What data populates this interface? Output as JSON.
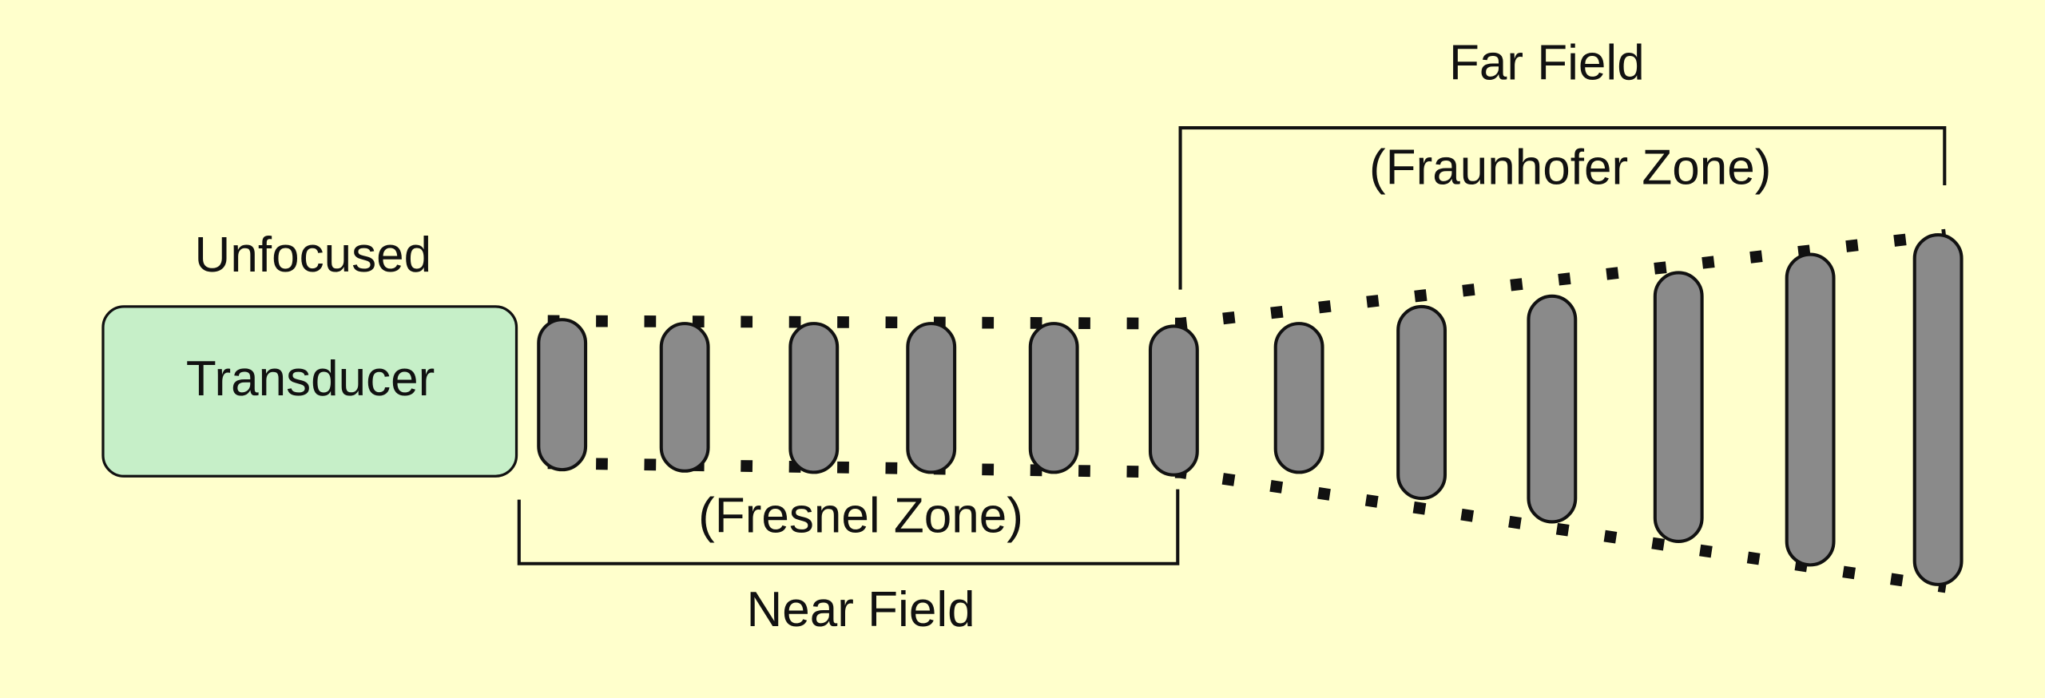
{
  "transducer": {
    "label": "Transducer",
    "caption": "Unfocused"
  },
  "near_field": {
    "label": "Near Field",
    "sublabel": "(Fresnel Zone)"
  },
  "far_field": {
    "label": "Far Field",
    "sublabel": "(Fraunhofer Zone)"
  },
  "colors": {
    "background": "#ffffcc",
    "transducer_fill": "#c6efc8",
    "wavefront_fill": "#8a8a8a",
    "stroke": "#111111"
  }
}
